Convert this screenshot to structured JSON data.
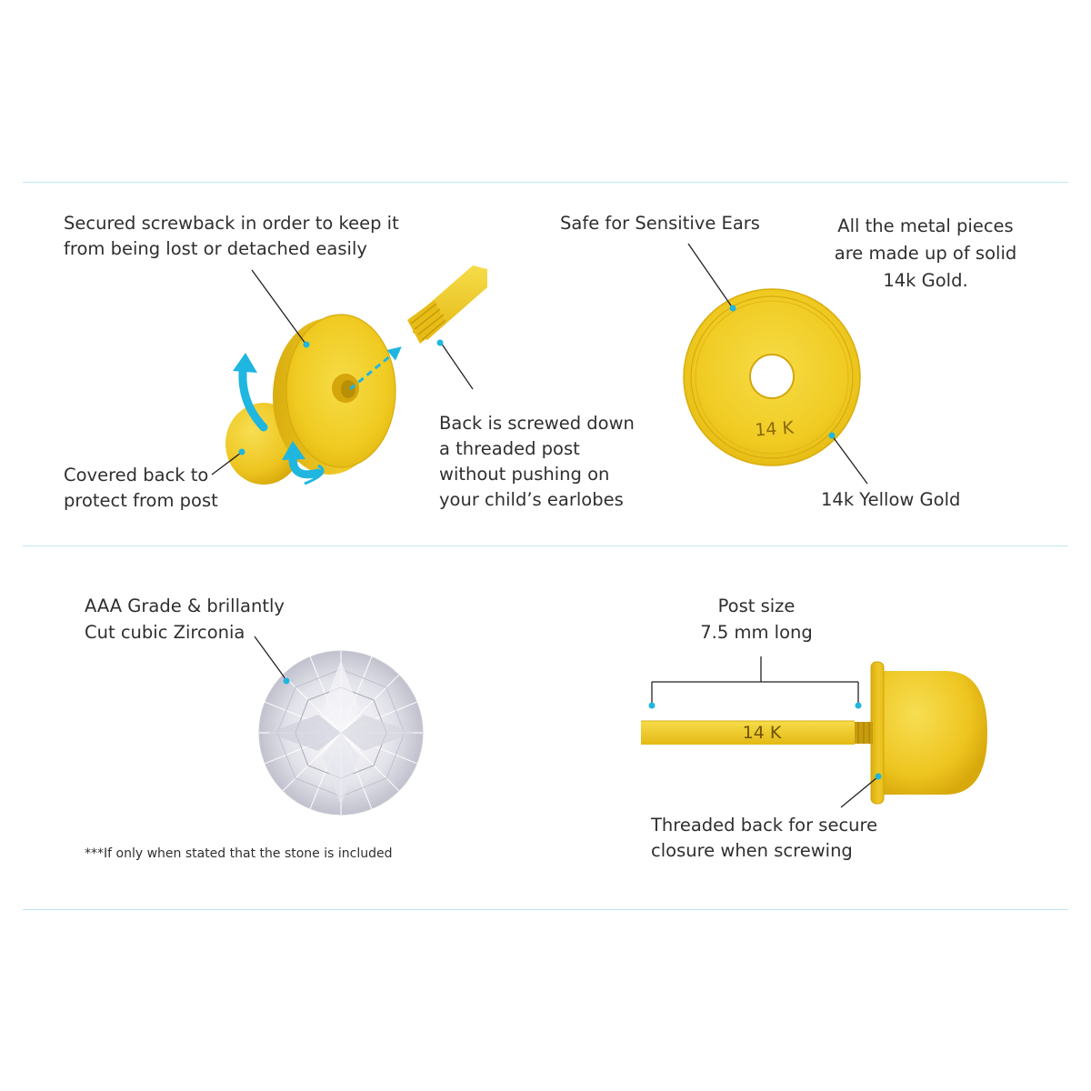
{
  "section_screwback": {
    "secured_label": "Secured screwback in order to keep it\nfrom being lost or detached easily",
    "covered_label": "Covered back to\nprotect from post",
    "screwed_label": "Back is screwed down\na threaded post\nwithout pushing on\nyour child’s earlobes"
  },
  "section_disc": {
    "safe_label": "Safe for Sensitive Ears",
    "metal_label": "All the metal pieces\nare made up of solid\n14k Gold.",
    "stamp": "14 K",
    "gold_label": "14k Yellow Gold"
  },
  "section_stone": {
    "grade_label": "AAA Grade & brillantly\nCut cubic Zirconia",
    "footnote": "***If only when stated that the stone is included"
  },
  "section_post": {
    "size_label": "Post size\n7.5 mm long",
    "stamp": "14 K",
    "threaded_label": "Threaded back for secure\nclosure when screwing"
  },
  "colors": {
    "accent": "#1fb6e0",
    "gold": "#f1cd2a",
    "divider": "#bfe6f3"
  }
}
